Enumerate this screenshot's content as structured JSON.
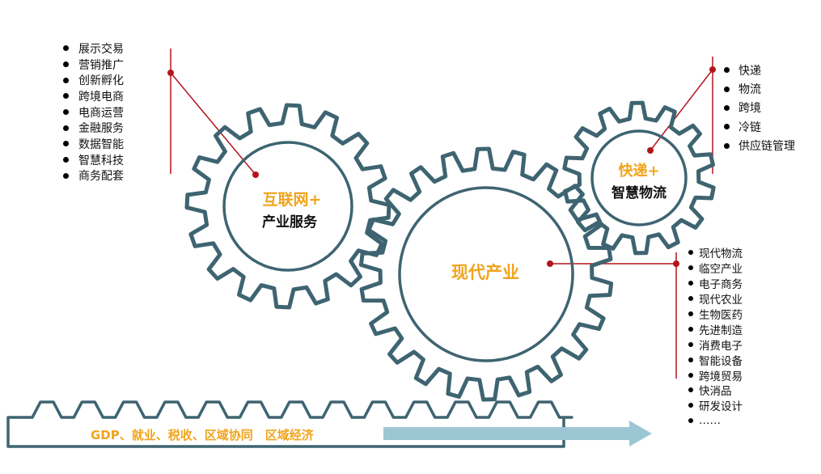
{
  "gears": {
    "left": {
      "line1": "互联网+",
      "line2": "产业服务"
    },
    "center": {
      "line1": "现代产业"
    },
    "right": {
      "line1": "快递+",
      "line2": "智慧物流"
    }
  },
  "lists": {
    "left": [
      "展示交易",
      "营销推广",
      "创新孵化",
      "跨境电商",
      "电商运营",
      "金融服务",
      "数据智能",
      "智慧科技",
      "商务配套"
    ],
    "top_right": [
      "快递",
      "物流",
      "跨境",
      "冷链",
      "供应链管理"
    ],
    "right": [
      "现代物流",
      "临空产业",
      "电子商务",
      "现代农业",
      "生物医药",
      "先进制造",
      "消费电子",
      "智能设备",
      "跨境贸易",
      "快消品",
      "研发设计",
      "……"
    ]
  },
  "rack": {
    "label": "GDP、就业、税收、区域协同　区域经济"
  },
  "colors": {
    "gear_stroke": "#3e6471",
    "accent_orange": "#f0a41c",
    "leader_red": "#b4141c",
    "arrow": "#9cc7d2",
    "text_dark": "#111111"
  }
}
